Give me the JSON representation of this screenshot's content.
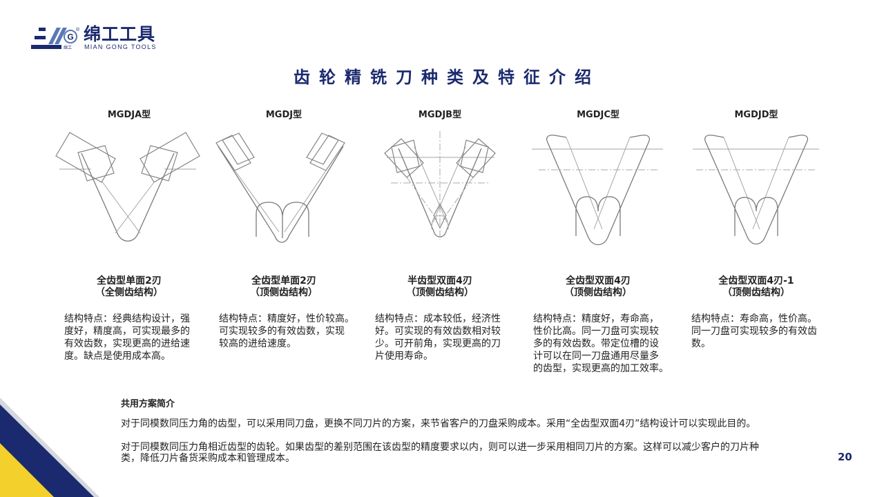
{
  "logo": {
    "brand_cn": "绵工工具",
    "brand_en": "MIAN GONG TOOLS",
    "mark_letter": "G",
    "mark_caption": "绵工",
    "registered": "®"
  },
  "title": "齿轮精铣刀种类及特征介绍",
  "cutters": [
    {
      "model": "MGDJA型",
      "name": "全齿型单面2刃",
      "structure": "（全侧齿结构）",
      "description": "结构特点：经典结构设计，强\n度好，精度高，可实现最多的\n有效齿数，实现更高的进给速\n度。缺点是使用成本高。"
    },
    {
      "model": "MGDJ型",
      "name": "全齿型单面2刃",
      "structure": "（顶侧齿结构）",
      "description": "结构特点：精度好，性价较高。\n可实现较多的有效齿数，实现\n较高的进给速度。"
    },
    {
      "model": "MGDJB型",
      "name": "半齿型双面4刃",
      "structure": "（顶侧齿结构）",
      "description": "结构特点：成本较低，经济性\n好。可实现的有效齿数相对较\n少。可开前角，实现更高的刀\n片使用寿命。"
    },
    {
      "model": "MGDJC型",
      "name": "全齿型双面4刃",
      "structure": "（顶侧齿结构）",
      "description": "结构特点：精度好，寿命高，\n性价比高。同一刀盘可实现较\n多的有效齿数。带定位槽的设\n计可以在同一刀盘通用尽量多\n的齿型，实现更高的加工效率。"
    },
    {
      "model": "MGDJD型",
      "name": "全齿型双面4刃-1",
      "structure": "（顶侧齿结构）",
      "description": "结构特点：寿命高，性价高。\n同一刀盘可实现较多的有效齿\n数。"
    }
  ],
  "shared_solution": {
    "heading": "共用方案简介",
    "paragraphs": [
      "对于同模数同压力角的齿型，可以采用同刀盘，更换不同刀片的方案，来节省客户的刀盘采购成本。采用“全齿型双面4刃”结构设计可以实现此目的。",
      "对于同模数同压力角相近齿型的齿轮。如果齿型的差别范围在该齿型的精度要求以内，则可以进一步采用相同刀片的方案。这样可以减少客户的刀片种\n类，降低刀片备货采购成本和管理成本。"
    ]
  },
  "page_number": "20",
  "colors": {
    "brand_navy": "#1b2a6e",
    "accent_yellow": "#f3d02b",
    "stripe_gray": "#d5d8de",
    "drawing_line": "#7a7a7a",
    "body_text": "#222222"
  }
}
